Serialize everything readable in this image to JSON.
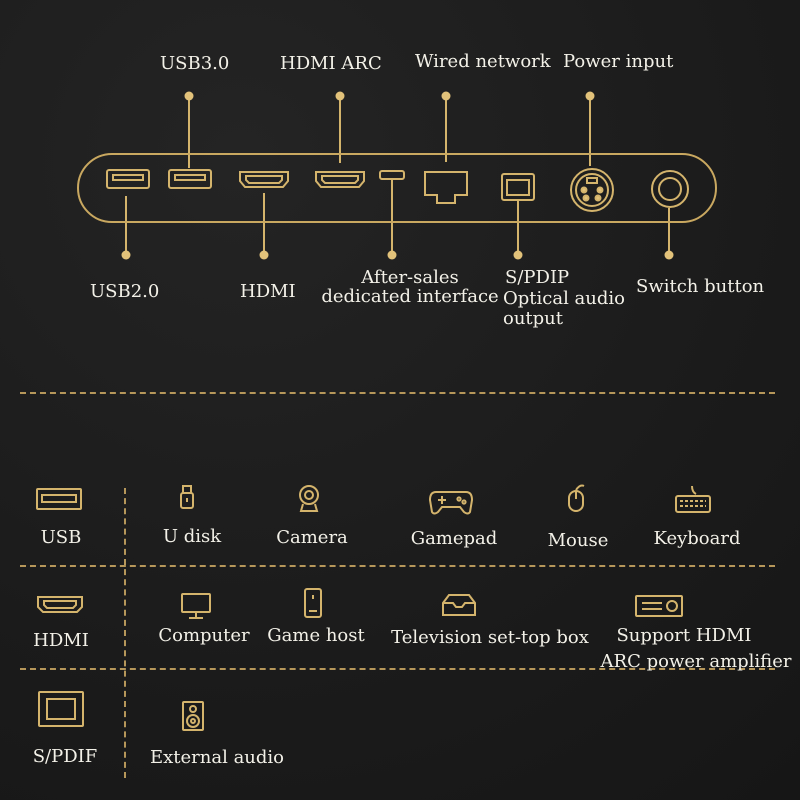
{
  "top_labels": {
    "usb3": "USB3.0",
    "hdmi_arc": "HDMI ARC",
    "wired_network": "Wired network",
    "power_input": "Power input"
  },
  "bottom_labels": {
    "usb2": "USB2.0",
    "hdmi": "HDMI",
    "after_sales_1": "After-sales",
    "after_sales_2": "dedicated interface",
    "spdip_1": "S/PDIP",
    "spdip_2": "Optical audio",
    "spdip_3": "output",
    "switch_button": "Switch button"
  },
  "table": {
    "usb": {
      "label": "USB",
      "devices": [
        "U disk",
        "Camera",
        "Gamepad",
        "Mouse",
        "Keyboard"
      ]
    },
    "hdmi": {
      "label": "HDMI",
      "devices": [
        "Computer",
        "Game host",
        "Television set-top box",
        "Support HDMI",
        "ARC power amplifier"
      ]
    },
    "spdif": {
      "label": "S/PDIF",
      "devices": [
        "External audio"
      ]
    }
  },
  "colors": {
    "gold": "#d4b46c",
    "background": "#1d1d1d",
    "text": "#f1efe6"
  }
}
